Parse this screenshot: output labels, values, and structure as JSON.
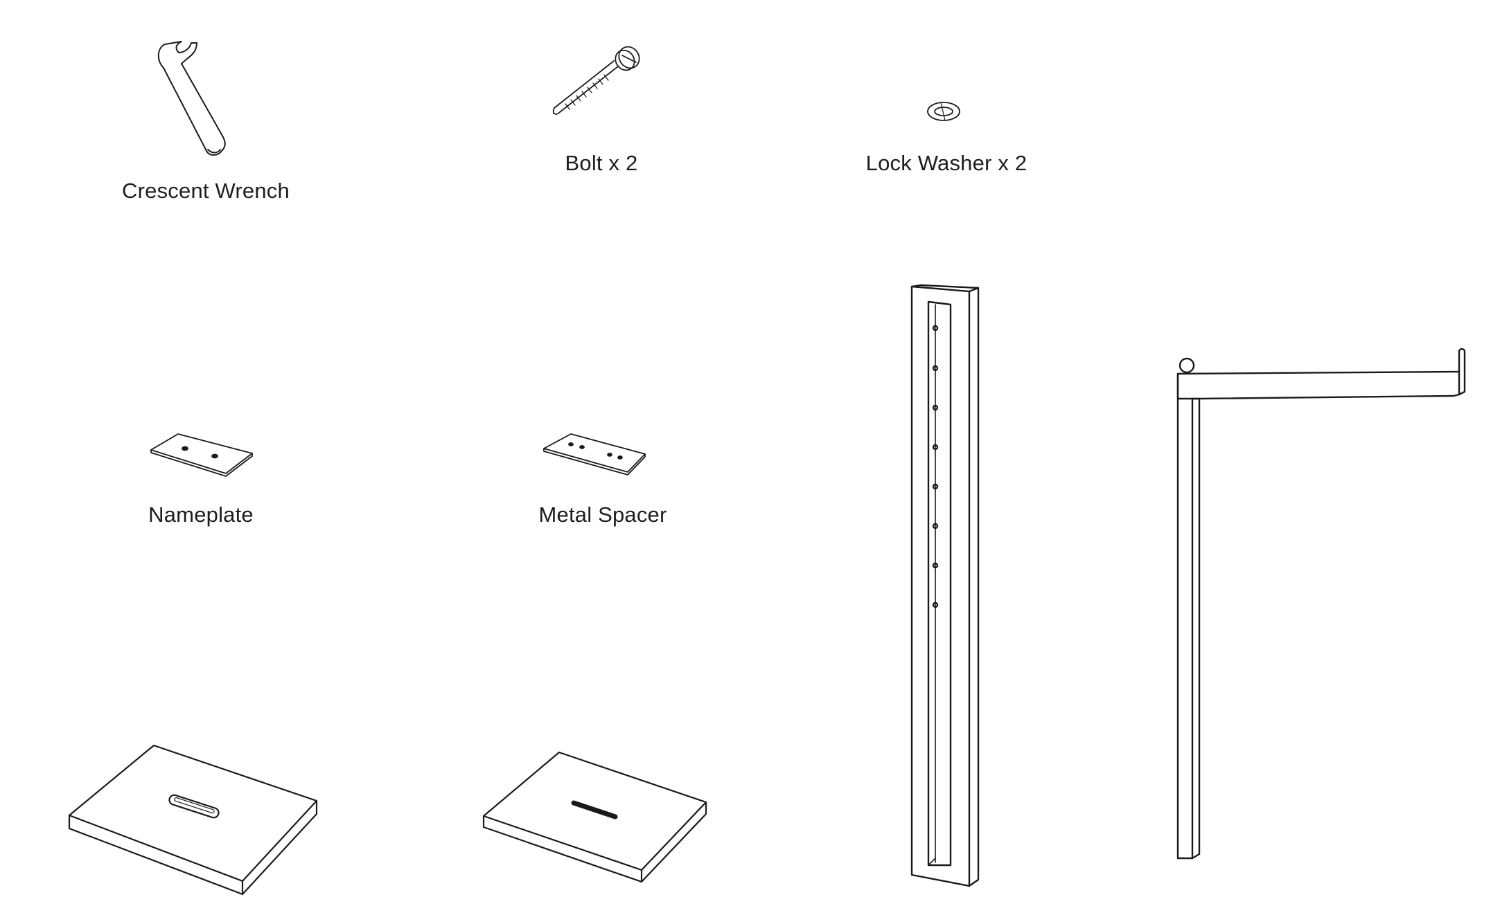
{
  "parts": {
    "crescent_wrench": {
      "label": "Crescent Wrench",
      "icon": "crescent-wrench-icon"
    },
    "bolt": {
      "label": "Bolt x 2",
      "icon": "bolt-icon"
    },
    "lock_washer": {
      "label": "Lock Washer x 2",
      "icon": "lock-washer-icon"
    },
    "nameplate": {
      "label": "Nameplate",
      "icon": "nameplate-icon"
    },
    "metal_spacer": {
      "label": "Metal Spacer",
      "icon": "metal-spacer-icon"
    },
    "base_plate_large": {
      "label": "",
      "icon": "base-plate-icon"
    },
    "base_plate_small": {
      "label": "",
      "icon": "base-plate-icon"
    },
    "upright_post": {
      "label": "",
      "icon": "upright-post-icon"
    },
    "bracket_arm": {
      "label": "",
      "icon": "bracket-arm-icon"
    }
  },
  "colors": {
    "line": "#1a1a1a",
    "background": "#ffffff"
  }
}
